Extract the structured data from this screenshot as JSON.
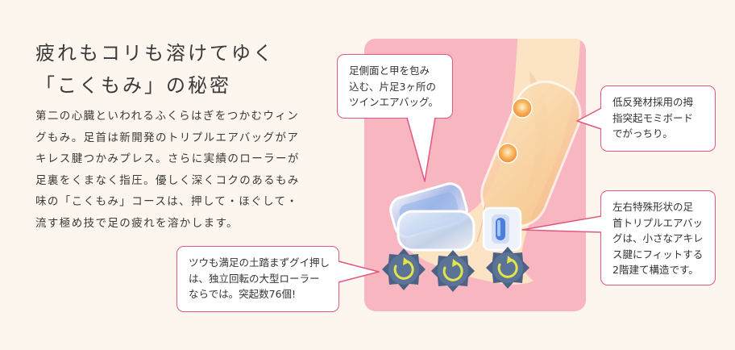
{
  "headline": {
    "line1": "疲れもコリも溶けてゆく",
    "line2": "「こくもみ」の秘密"
  },
  "body_lines": [
    "第二の心臓といわれるふくらはぎをつかむウィン",
    "グもみ。足首は新開発のトリプルエアバッグがア",
    "キレス腱つかみプレス。さらに実績のローラーが",
    "足裏をくまなく指圧。優しく深くコクのあるもみ",
    "味の「こくもみ」コースは、押して・ほぐして・",
    "流す極め技で足の疲れを溶かします。"
  ],
  "callouts": {
    "top": [
      "足側面と甲を包み",
      "込む、片足3ヶ所の",
      "ツインエアバッグ。"
    ],
    "right_top": [
      "低反発材採用の拇",
      "指突起モミボード",
      "でがっちり。"
    ],
    "right_bottom": [
      "左右特殊形状の足",
      "首トリプルエアバッ",
      "グは、小さなアキレ",
      "ス腱にフィットする",
      "2階建て構造です。"
    ],
    "bottom_left": [
      "ツウも満足の土踏まずグイ押し",
      "は、独立回転の大型ローラー",
      "ならでは。突起数76個!"
    ]
  },
  "colors": {
    "background": "#fdf6ee",
    "panel_pink": "#f8b6c0",
    "callout_border": "#e2577f",
    "leg": "#fbe3c4",
    "roller": "#4b6286",
    "roller_arrow": "#e3e34a",
    "airbag_blue": "#8fb0e8"
  }
}
